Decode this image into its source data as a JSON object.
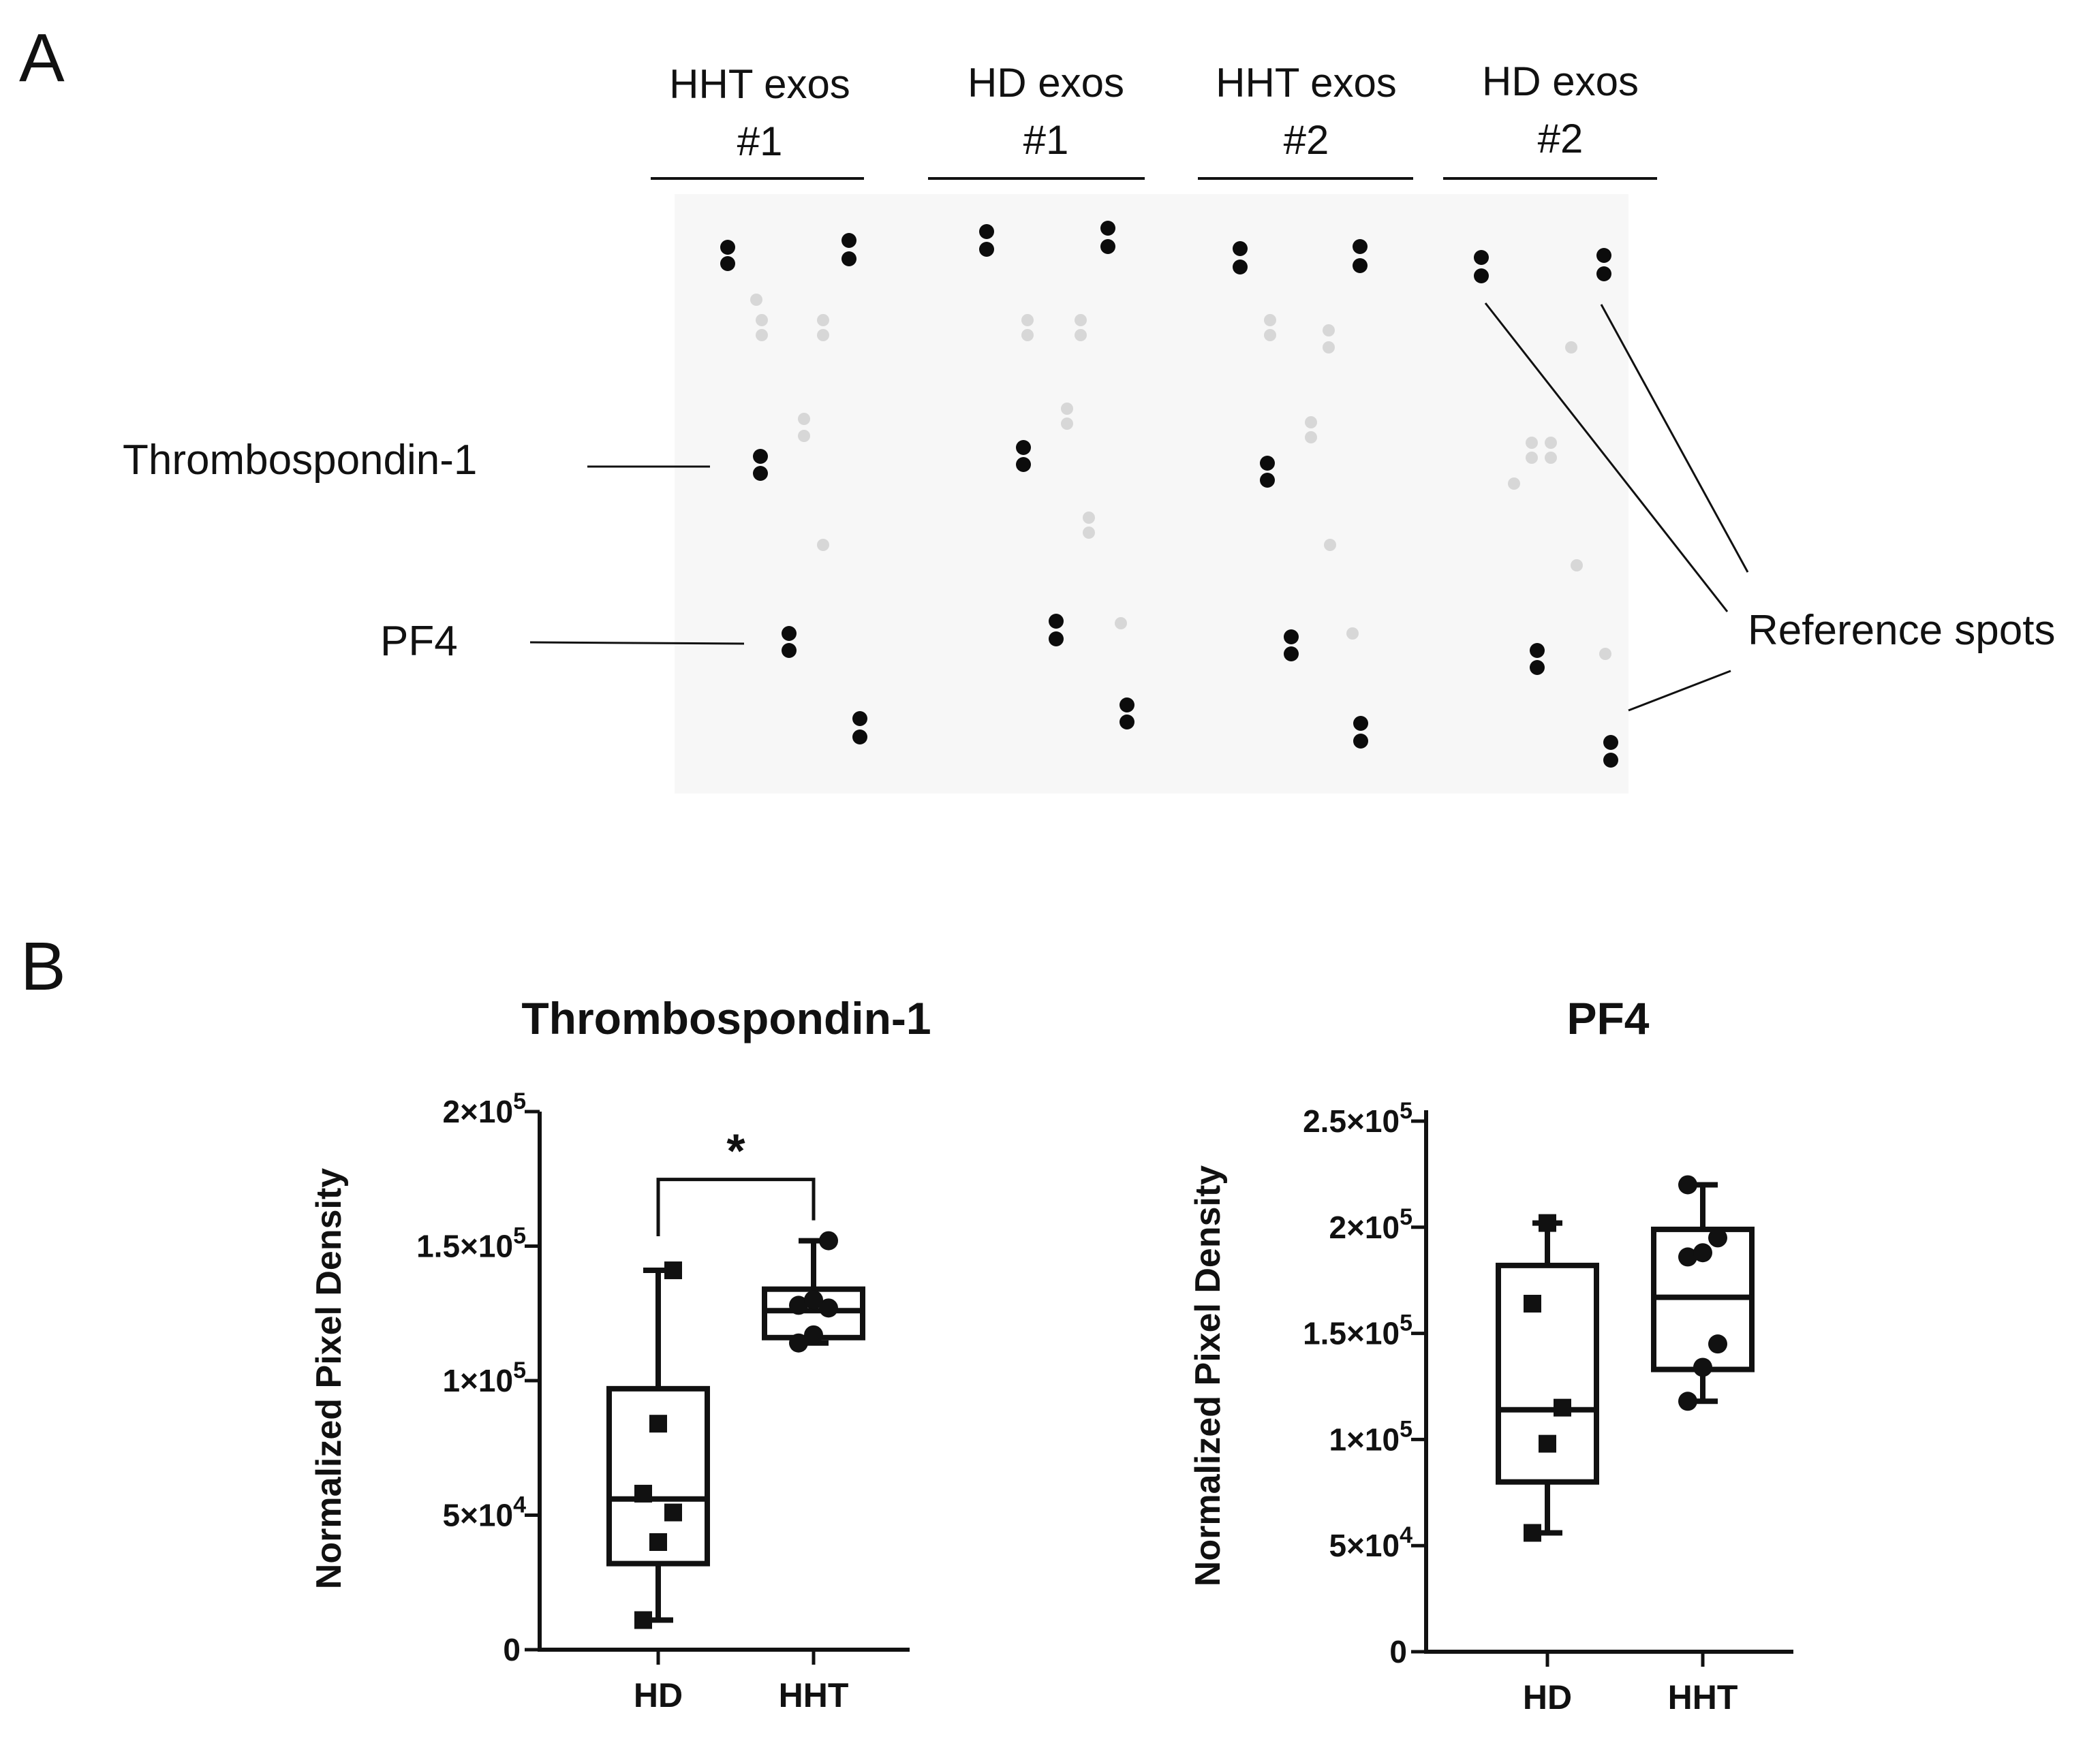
{
  "panel_a": {
    "letter": "A",
    "groups": [
      {
        "line1": "HHT exos",
        "line2": "#1"
      },
      {
        "line1": "HD exos",
        "line2": "#1"
      },
      {
        "line1": "HHT exos",
        "line2": "#2"
      },
      {
        "line1": "HD exos",
        "line2": "#2"
      }
    ],
    "row_labels": {
      "thrombospondin": "Thrombospondin-1",
      "pf4": "PF4"
    },
    "callout": "Reference spots"
  },
  "panel_b": {
    "letter": "B"
  },
  "chart_data": [
    {
      "type": "box",
      "title": "Thrombospondin-1",
      "xlabel": "",
      "ylabel": "Normalized Pixel Density",
      "categories": [
        "HD",
        "HHT"
      ],
      "ylim": [
        0,
        200000
      ],
      "yticks": [
        0,
        50000,
        100000,
        150000,
        200000
      ],
      "ytick_labels": [
        {
          "mantissa": "0",
          "exp": ""
        },
        {
          "mantissa": "5×10",
          "exp": "4"
        },
        {
          "mantissa": "1×10",
          "exp": "5"
        },
        {
          "mantissa": "1.5×10",
          "exp": "5"
        },
        {
          "mantissa": "2×10",
          "exp": "5"
        }
      ],
      "series": [
        {
          "marker": "square",
          "min": 11000,
          "q1": 32000,
          "median": 56000,
          "q3": 97000,
          "max": 141000,
          "points": [
            11000,
            40000,
            51000,
            58000,
            84000,
            141000
          ]
        },
        {
          "marker": "circle",
          "min": 114000,
          "q1": 116000,
          "median": 126000,
          "q3": 134000,
          "max": 152000,
          "points": [
            114000,
            117000,
            127000,
            128000,
            130000,
            152000
          ]
        }
      ],
      "significance": {
        "from": 0,
        "to": 1,
        "label": "*"
      }
    },
    {
      "type": "box",
      "title": "PF4",
      "xlabel": "",
      "ylabel": "Normalized Pixel Density",
      "categories": [
        "HD",
        "HHT"
      ],
      "ylim": [
        0,
        250000
      ],
      "yticks": [
        0,
        50000,
        100000,
        150000,
        200000,
        250000
      ],
      "ytick_labels": [
        {
          "mantissa": "0",
          "exp": ""
        },
        {
          "mantissa": "5×10",
          "exp": "4"
        },
        {
          "mantissa": "1×10",
          "exp": "5"
        },
        {
          "mantissa": "1.5×10",
          "exp": "5"
        },
        {
          "mantissa": "2×10",
          "exp": "5"
        },
        {
          "mantissa": "2.5×10",
          "exp": "5"
        }
      ],
      "series": [
        {
          "marker": "square",
          "min": 56000,
          "q1": 80000,
          "median": 114000,
          "q3": 182000,
          "max": 202000,
          "points": [
            56000,
            98000,
            115000,
            164000,
            202000
          ]
        },
        {
          "marker": "circle",
          "min": 118000,
          "q1": 133000,
          "median": 167000,
          "q3": 199000,
          "max": 220000,
          "points": [
            118000,
            134000,
            145000,
            186000,
            188000,
            195000,
            220000
          ]
        }
      ]
    }
  ]
}
